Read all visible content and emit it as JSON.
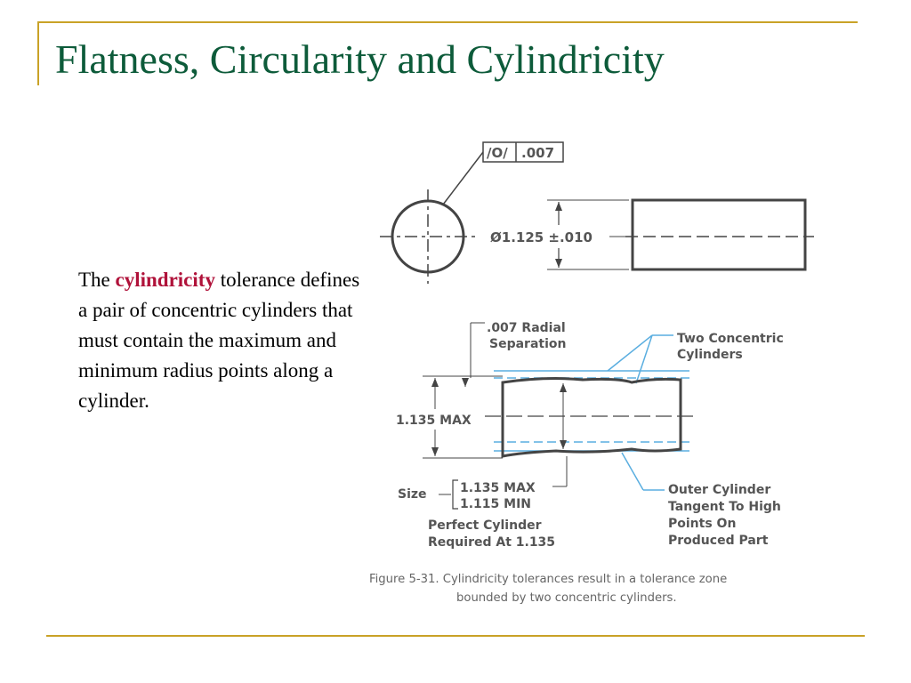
{
  "slide": {
    "title": "Flatness, Circularity and Cylindricity"
  },
  "body": {
    "text_before": "The ",
    "keyword": "cylindricity",
    "text_after": " tolerance defines a pair of concentric cylinders that must contain the maximum and minimum radius points along a cylinder."
  },
  "figure": {
    "callout_symbol": "/O/",
    "callout_value": ".007",
    "diameter_dim": "Ø1.125 ±.010",
    "radial_sep_line1": ".007 Radial",
    "radial_sep_line2": "Separation",
    "two_concentric_line1": "Two  Concentric",
    "two_concentric_line2": "Cylinders",
    "max_dim": "1.135  MAX",
    "size_label": "Size",
    "size_max": "1.135  MAX",
    "size_min": "1.115  MIN",
    "perfect_line1": "Perfect  Cylinder",
    "perfect_line2": "Required  At  1.135",
    "outer_line1": "Outer  Cylinder",
    "outer_line2": "Tangent  To  High",
    "outer_line3": "Points  On",
    "outer_line4": "Produced  Part",
    "caption_line1": "Figure 5-31. Cylindricity tolerances result in a tolerance zone",
    "caption_line2": "bounded by two concentric cylinders."
  },
  "colors": {
    "title": "#0d5b3a",
    "keyword": "#b0123a",
    "rule": "#c9a227",
    "cylinder_zone": "#5aaee0"
  }
}
